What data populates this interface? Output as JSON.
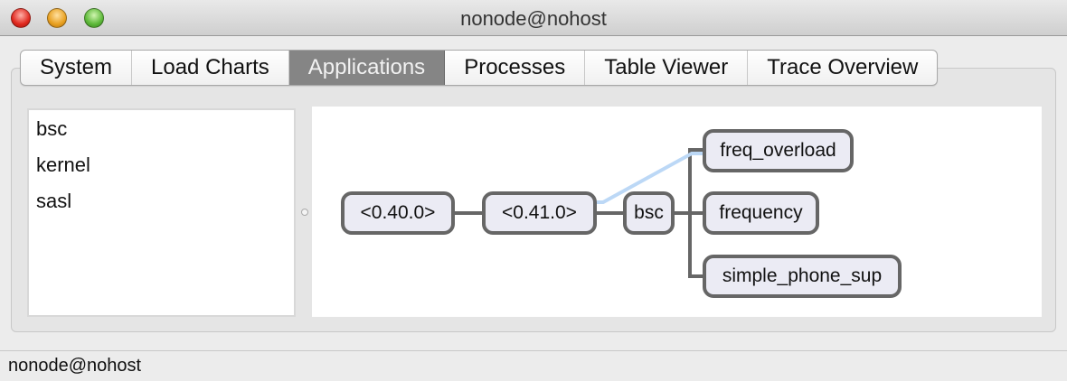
{
  "window": {
    "title": "nonode@nohost"
  },
  "tabs": [
    {
      "label": "System"
    },
    {
      "label": "Load Charts"
    },
    {
      "label": "Applications",
      "active": true
    },
    {
      "label": "Processes"
    },
    {
      "label": "Table Viewer"
    },
    {
      "label": "Trace Overview"
    }
  ],
  "applications": [
    "bsc",
    "kernel",
    "sasl"
  ],
  "tree": {
    "nodes": [
      "<0.40.0>",
      "<0.41.0>",
      "bsc",
      "freq_overload",
      "frequency",
      "simple_phone_sup"
    ]
  },
  "status": "nonode@nohost"
}
